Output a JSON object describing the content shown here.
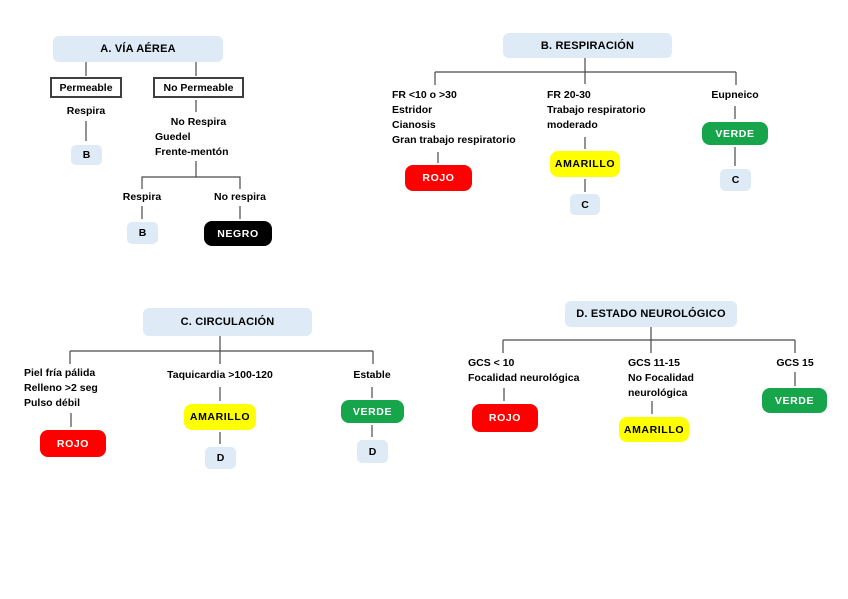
{
  "colors": {
    "rojo": "#FF0000",
    "amarillo": "#FFFF00",
    "verde": "#17A54C",
    "negro": "#000000",
    "header_blue": "#DEEAF6",
    "connector": "#4a4a4a"
  },
  "a": {
    "title": "A. VÍA AÉREA",
    "permeable": "Permeable",
    "no_permeable": "No Permeable",
    "permeable_respira": "Respira",
    "permeable_code": "B",
    "no_respira": "No Respira",
    "guedel": "Guedel",
    "frente_menton": "Frente-mentón",
    "sub_respira": "Respira",
    "sub_respira_code": "B",
    "sub_no_respira": "No respira",
    "negro_tag": "NEGRO"
  },
  "b": {
    "title": "B. RESPIRACIÓN",
    "red": {
      "lines": [
        "FR <10 o >30",
        "Estridor",
        "Cianosis",
        "Gran trabajo respiratorio"
      ],
      "tag": "ROJO"
    },
    "yellow": {
      "lines": [
        "FR 20-30",
        "Trabajo respiratorio",
        "moderado"
      ],
      "tag": "AMARILLO",
      "code": "C"
    },
    "green": {
      "lines": [
        "Eupneico"
      ],
      "tag": "VERDE",
      "code": "C"
    }
  },
  "c": {
    "title": "C. CIRCULACIÓN",
    "red": {
      "lines": [
        "Piel fría pálida",
        "Relleno >2 seg",
        "Pulso débil"
      ],
      "tag": "ROJO"
    },
    "yellow": {
      "lines": [
        "Taquicardia >100-120"
      ],
      "tag": "AMARILLO",
      "code": "D"
    },
    "green": {
      "lines": [
        "Estable"
      ],
      "tag": "VERDE",
      "code": "D"
    }
  },
  "d": {
    "title": "D. ESTADO NEUROLÓGICO",
    "red": {
      "lines": [
        "GCS < 10",
        "Focalidad neurológica"
      ],
      "tag": "ROJO"
    },
    "yellow": {
      "lines": [
        "GCS 11-15",
        "No Focalidad",
        "neurológica"
      ],
      "tag": "AMARILLO"
    },
    "green": {
      "lines": [
        "GCS 15"
      ],
      "tag": "VERDE"
    }
  }
}
